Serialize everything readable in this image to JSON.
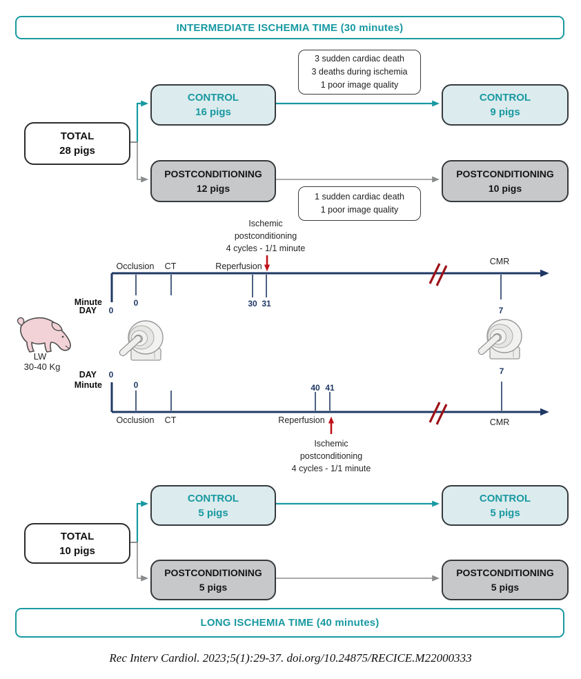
{
  "colors": {
    "teal": "#1899a1",
    "navy": "#1f3864",
    "red": "#c01019",
    "dark_red_break": "#9d1118",
    "control_box_fill": "#dcebed",
    "postconditioning_box_fill": "#c6c8ca",
    "gray_arrow": "#898b8d"
  },
  "banner_top": {
    "label": "INTERMEDIATE ISCHEMIA TIME (30 minutes)"
  },
  "banner_bottom": {
    "label": "LONG ISCHEMIA TIME (40 minutes)"
  },
  "flow_top": {
    "total": {
      "title": "TOTAL",
      "count": "28 pigs"
    },
    "control_initial": {
      "title": "CONTROL",
      "count": "16 pigs"
    },
    "control_final": {
      "title": "CONTROL",
      "count": "9 pigs"
    },
    "post_initial": {
      "title": "POSTCONDITIONING",
      "count": "12 pigs"
    },
    "post_final": {
      "title": "POSTCONDITIONING",
      "count": "10 pigs"
    },
    "control_losses": [
      "3 sudden cardiac death",
      "3 deaths during ischemia",
      "1 poor image quality"
    ],
    "post_losses": [
      "1 sudden cardiac death",
      "1 poor image quality"
    ]
  },
  "flow_bottom": {
    "total": {
      "title": "TOTAL",
      "count": "10 pigs"
    },
    "control_initial": {
      "title": "CONTROL",
      "count": "5 pigs"
    },
    "control_final": {
      "title": "CONTROL",
      "count": "5 pigs"
    },
    "post_initial": {
      "title": "POSTCONDITIONING",
      "count": "5 pigs"
    },
    "post_final": {
      "title": "POSTCONDITIONING",
      "count": "5 pigs"
    }
  },
  "timeline_top": {
    "axis_row1": "Minute",
    "axis_row2": "DAY",
    "events": {
      "occlusion": "Occlusion",
      "ct": "CT",
      "reperfusion": "Reperfusion",
      "cmr": "CMR"
    },
    "intervention": [
      "Ischemic",
      "postconditioning",
      "4 cycles - 1/1 minute"
    ],
    "values": {
      "day_start": "0",
      "minute_occlusion": "0",
      "minute_reperfusion": "30",
      "minute_postconditioning": "31",
      "day_cmr": "7"
    }
  },
  "timeline_bottom": {
    "axis_row1": "DAY",
    "axis_row2": "Minute",
    "events": {
      "occlusion": "Occlusion",
      "ct": "CT",
      "reperfusion": "Reperfusion",
      "cmr": "CMR"
    },
    "intervention": [
      "Ischemic",
      "postconditioning",
      "4 cycles - 1/1 minute"
    ],
    "values": {
      "day_start": "0",
      "minute_occlusion": "0",
      "minute_reperfusion": "40",
      "minute_postconditioning": "41",
      "day_cmr": "7"
    }
  },
  "subject": {
    "weight_label": "LW",
    "weight_value": "30-40 Kg"
  },
  "citation": "Rec Interv Cardiol. 2023;5(1):29-37. doi.org/10.24875/RECICE.M22000333"
}
